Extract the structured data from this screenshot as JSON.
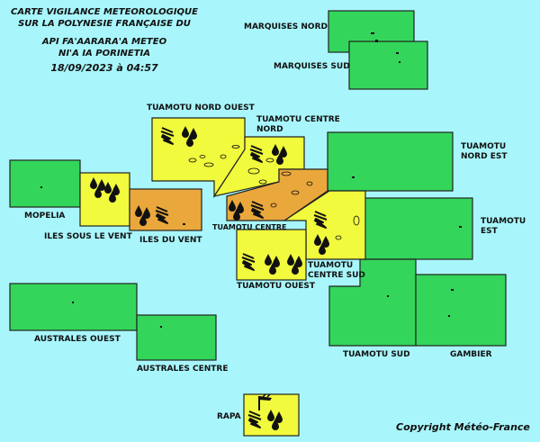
{
  "title": {
    "line1": "CARTE VIGILANCE METEOROLOGIQUE",
    "line2": "SUR LA POLYNESIE FRANÇAISE DU",
    "line3": "API FA'AARARA'A METEO",
    "line4": "NI'A IA PORINETIA",
    "date": "18/09/2023 à 04:57"
  },
  "colors": {
    "ocean": "#a8f6fb",
    "green": "#33d65a",
    "yellow": "#f1fa3c",
    "orange": "#eaa83c",
    "border": "#222222"
  },
  "zones": [
    {
      "id": "marquises-nord",
      "name": "MARQUISES NORD",
      "level": "green",
      "hazards": []
    },
    {
      "id": "marquises-sud",
      "name": "MARQUISES SUD",
      "level": "green",
      "hazards": []
    },
    {
      "id": "tuamotu-nord-ouest",
      "name": "TUAMOTU NORD OUEST",
      "level": "yellow",
      "hazards": [
        "thunderstorm-icon",
        "rain-icon"
      ]
    },
    {
      "id": "tuamotu-centre-nord",
      "name": "TUAMOTU CENTRE NORD",
      "level": "yellow",
      "hazards": [
        "thunderstorm-icon",
        "rain-icon"
      ]
    },
    {
      "id": "tuamotu-nord-est",
      "name": "TUAMOTU NORD EST",
      "level": "green",
      "hazards": []
    },
    {
      "id": "mopelia",
      "name": "MOPELIA",
      "level": "green",
      "hazards": []
    },
    {
      "id": "iles-sous-le-vent",
      "name": "ILES SOUS LE VENT",
      "level": "yellow",
      "hazards": [
        "rain-icon"
      ]
    },
    {
      "id": "iles-du-vent",
      "name": "ILES DU VENT",
      "level": "orange",
      "hazards": [
        "rain-icon",
        "thunderstorm-icon"
      ]
    },
    {
      "id": "tuamotu-centre",
      "name": "TUAMOTU CENTRE",
      "level": "orange",
      "hazards": [
        "rain-icon",
        "thunderstorm-icon"
      ]
    },
    {
      "id": "tuamotu-est",
      "name": "TUAMOTU EST",
      "level": "green",
      "hazards": []
    },
    {
      "id": "tuamotu-centre-sud",
      "name": "TUAMOTU CENTRE SUD",
      "level": "yellow",
      "hazards": [
        "thunderstorm-icon",
        "rain-icon"
      ]
    },
    {
      "id": "tuamotu-ouest",
      "name": "TUAMOTU OUEST",
      "level": "yellow",
      "hazards": [
        "thunderstorm-icon",
        "rain-icon"
      ]
    },
    {
      "id": "australes-ouest",
      "name": "AUSTRALES OUEST",
      "level": "green",
      "hazards": []
    },
    {
      "id": "australes-centre",
      "name": "AUSTRALES CENTRE",
      "level": "green",
      "hazards": []
    },
    {
      "id": "tuamotu-sud",
      "name": "TUAMOTU SUD",
      "level": "green",
      "hazards": []
    },
    {
      "id": "gambier",
      "name": "GAMBIER",
      "level": "green",
      "hazards": []
    },
    {
      "id": "rapa",
      "name": "RAPA",
      "level": "yellow",
      "hazards": [
        "wind-icon",
        "thunderstorm-icon",
        "rain-icon"
      ]
    }
  ],
  "labels": {
    "marquises_nord": "MARQUISES NORD",
    "marquises_sud": "MARQUISES SUD",
    "tuamotu_nord_ouest": "TUAMOTU NORD OUEST",
    "tuamotu_centre_nord_1": "TUAMOTU CENTRE",
    "tuamotu_centre_nord_2": "NORD",
    "tuamotu_nord_est_1": "TUAMOTU",
    "tuamotu_nord_est_2": "NORD EST",
    "mopelia": "MOPELIA",
    "iles_sous_le_vent": "ILES SOUS LE VENT",
    "iles_du_vent": "ILES DU VENT",
    "tuamotu_centre": "TUAMOTU CENTRE",
    "tuamotu_est_1": "TUAMOTU",
    "tuamotu_est_2": "EST",
    "tuamotu_centre_sud_1": "TUAMOTU",
    "tuamotu_centre_sud_2": "CENTRE SUD",
    "tuamotu_ouest": "TUAMOTU OUEST",
    "australes_ouest": "AUSTRALES OUEST",
    "australes_centre": "AUSTRALES CENTRE",
    "tuamotu_sud": "TUAMOTU SUD",
    "gambier": "GAMBIER",
    "rapa": "RAPA"
  },
  "copyright": "Copyright Météo-France"
}
